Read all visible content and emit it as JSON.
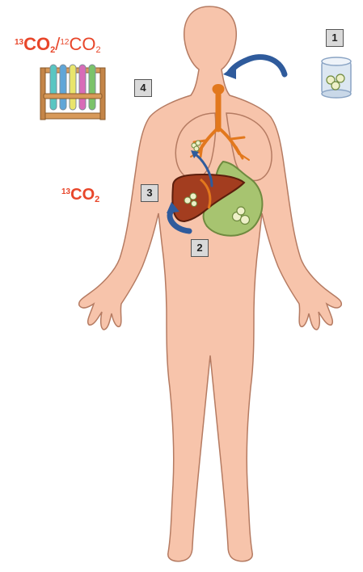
{
  "labels": {
    "ratio": {
      "sup1": "13",
      "main1": "CO",
      "sub1": "2",
      "slash": "/",
      "sup2": "12",
      "main2": "CO",
      "sub2": "2"
    },
    "co2": {
      "sup": "13",
      "main": "CO",
      "sub": "2"
    }
  },
  "steps": [
    "1",
    "2",
    "3",
    "4"
  ],
  "colors": {
    "skin": "#f7c4ab",
    "skin_outline": "#b57b62",
    "lung": "#f7c4ab",
    "airway": "#e2781d",
    "liver": "#a33d1f",
    "stomach": "#a7c470",
    "arrow": "#2f5b9c",
    "label_red": "#e8462a"
  },
  "icons": [
    "capsule-cup-icon",
    "test-tube-rack-icon",
    "curved-arrow-icon"
  ]
}
